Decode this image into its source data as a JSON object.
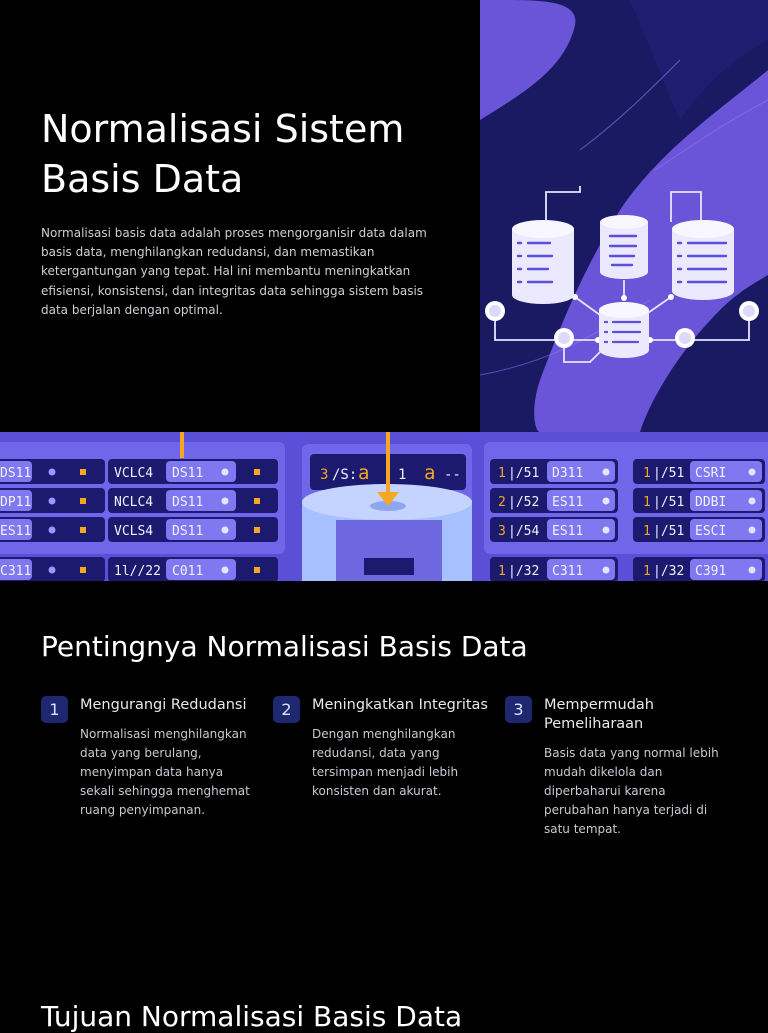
{
  "hero": {
    "title": "Normalisasi Sistem Basis Data",
    "description": "Normalisasi basis data adalah proses mengorganisir data dalam basis data, menghilangkan redudansi, dan memastikan ketergantungan yang tepat. Hal ini membantu meningkatkan efisiensi, konsistensi, dan integritas data sehingga sistem basis data berjalan dengan optimal.",
    "art_icon": "database-network-icon"
  },
  "banner": {
    "left_rows": [
      [
        "DS11",
        "VCLC4",
        "DS11"
      ],
      [
        "DP11",
        "NCLC4",
        "DS11"
      ],
      [
        "ES11",
        "VCLS4",
        "DS11"
      ],
      [
        "C311",
        "1l//22",
        "C011"
      ]
    ],
    "center_code": [
      "3",
      "/S:",
      "a",
      "1",
      "a",
      "--"
    ],
    "right_rows": [
      [
        "1",
        "|/51",
        "D311",
        "1",
        "|/51",
        "CSRI"
      ],
      [
        "2",
        "|/52",
        "ES11",
        "1",
        "|/51",
        "DDBI"
      ],
      [
        "3",
        "|/54",
        "ES11",
        "1",
        "|/51",
        "ESCI"
      ],
      [
        "1",
        "|/32",
        "C311",
        "1",
        "|/32",
        "C391"
      ]
    ],
    "colors": {
      "panel": "#5a4fd6",
      "dark": "#1b1a6e",
      "accent": "#f5a623",
      "chip": "#7f78f0"
    }
  },
  "section2": {
    "title": "Pentingnya Normalisasi Basis Data",
    "cards": [
      {
        "number": "1",
        "title": "Mengurangi Redudansi",
        "description": "Normalisasi menghilangkan data yang berulang, menyimpan data hanya sekali sehingga menghemat ruang penyimpanan."
      },
      {
        "number": "2",
        "title": "Meningkatkan Integritas",
        "description": "Dengan menghilangkan redudansi, data yang tersimpan menjadi lebih konsisten dan akurat."
      },
      {
        "number": "3",
        "title": "Mempermudah Pemeliharaan",
        "description": "Basis data yang normal lebih mudah dikelola dan diperbaharui karena perubahan hanya terjadi di satu tempat."
      }
    ]
  },
  "next_section": {
    "title": "Tujuan Normalisasi Basis Data"
  },
  "colors": {
    "background": "#000000",
    "badge": "#1e2870",
    "hero_art_bg": "#1a1a63",
    "hero_art_wave": "#6a55d8"
  }
}
